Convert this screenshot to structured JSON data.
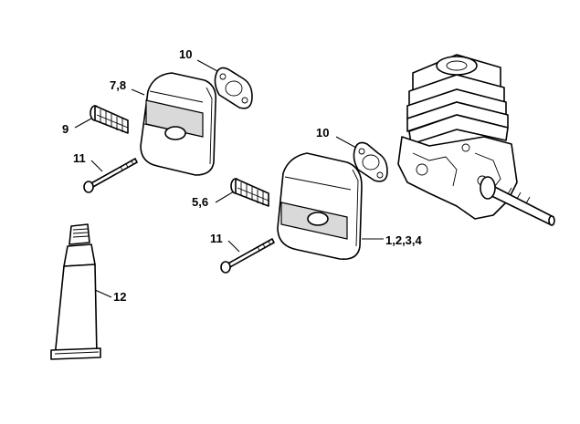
{
  "callouts": {
    "gasket_top": "10",
    "muffler_top": "7,8",
    "screen_top": "9",
    "screw_top": "11",
    "gasket_mid": "10",
    "screen_mid": "5,6",
    "muffler_mid": "1,2,3,4",
    "screw_bottom": "11",
    "tube": "12"
  }
}
